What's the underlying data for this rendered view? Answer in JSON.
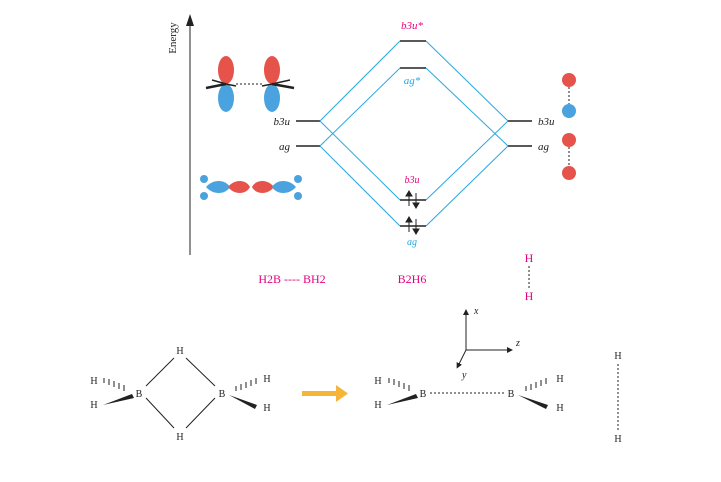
{
  "energy_axis": {
    "label": "Energy"
  },
  "left_levels": {
    "upper": "b3u",
    "lower": "ag"
  },
  "right_levels": {
    "upper": "b3u",
    "lower": "ag"
  },
  "mo_levels": {
    "b3u_star": "b3u*",
    "ag_star": "ag*",
    "b3u": "b3u",
    "ag": "ag"
  },
  "bottom_labels": {
    "left_fragment": "H2B ---- BH2",
    "center_molecule": "B2H6",
    "h_top": "H",
    "h_bottom": "H"
  },
  "axes": {
    "x": "x",
    "y": "y",
    "z": "z"
  },
  "structures": {
    "bridge_h_top": "H",
    "bridge_h_bottom": "H",
    "boron": "B",
    "terminal_h": "H"
  },
  "colors": {
    "magenta": "#e6007e",
    "cyan": "#29a8e0",
    "orbital_red": "#e5534b",
    "orbital_blue": "#4aa3df",
    "arrow": "#f7b538"
  },
  "icons": [
    "up-arrow",
    "right-arrow",
    "electron-pair"
  ]
}
